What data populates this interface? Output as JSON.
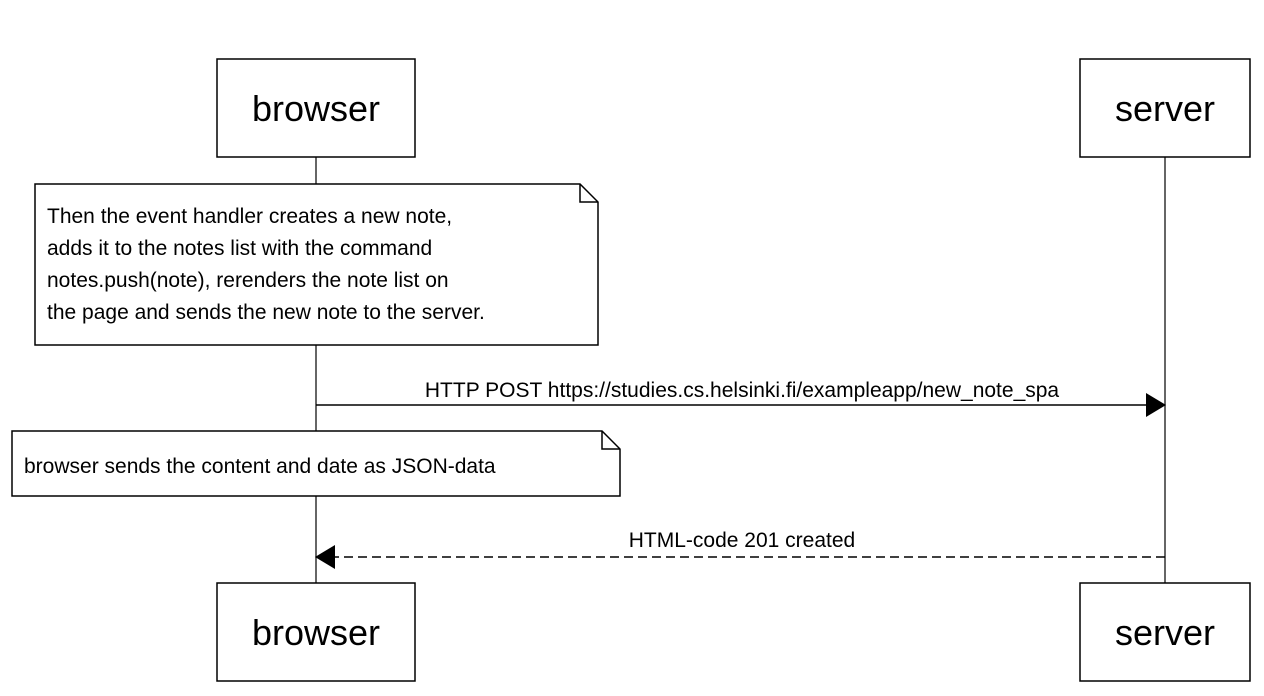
{
  "participants": {
    "browser": {
      "label": "browser"
    },
    "server": {
      "label": "server"
    }
  },
  "notes": [
    {
      "lines": [
        "Then the event handler creates a new note,",
        "adds it to the notes list with the command",
        "notes.push(note), rerenders the note list on",
        "the page and sends the new note to the server."
      ]
    },
    {
      "lines": [
        "browser sends the content and date as JSON-data"
      ]
    }
  ],
  "messages": [
    {
      "label": "HTTP POST https://studies.cs.helsinki.fi/exampleapp/new_note_spa",
      "style": "solid"
    },
    {
      "label": "HTML-code 201 created",
      "style": "dashed"
    }
  ]
}
